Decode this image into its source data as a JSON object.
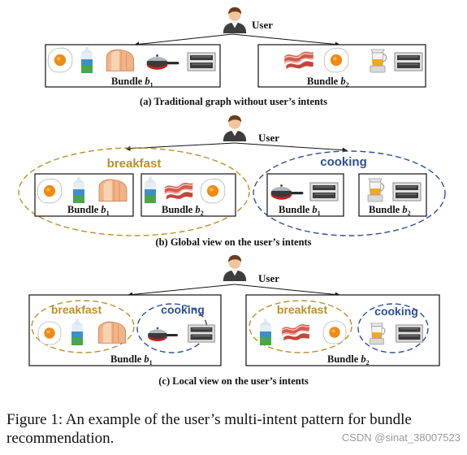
{
  "user_label": "User",
  "bundle_prefix": "Bundle",
  "bundle_var": "b",
  "bundle_sub_1": "1",
  "bundle_sub_2": "2",
  "intent_breakfast": "breakfast",
  "intent_cooking": "cooking",
  "captions": {
    "a": "(a) Traditional graph without user’s intents",
    "b": "(b) Global view on the user’s intents",
    "c": "(c) Local view on the user’s intents"
  },
  "figure_caption": "Figure 1: An example of the user’s multi-intent pattern for bundle recommendation.",
  "watermark": "CSDN @sinat_38007523",
  "colors": {
    "breakfast": "#b8902a",
    "cooking": "#2f4f8f",
    "edge": "#111111"
  },
  "items": {
    "bundle_1": [
      "egg-icon",
      "milk-icon",
      "bread-icon",
      "pan-icon",
      "oven-icon"
    ],
    "bundle_2": [
      "bacon-icon",
      "egg-icon",
      "juicer-icon",
      "oven-icon"
    ]
  }
}
